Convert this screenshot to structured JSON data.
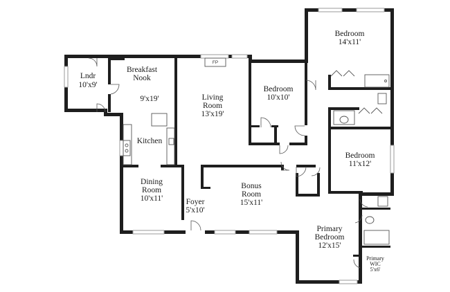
{
  "rooms": {
    "laundry": {
      "name": "Lndr",
      "size": "10'x9'"
    },
    "breakfast": {
      "name_line1": "Breakfast",
      "name_line2": "Nook"
    },
    "kitchen_dim": {
      "size": "9'x19'"
    },
    "kitchen": {
      "name": "Kitchen"
    },
    "dining": {
      "name_line1": "Dining",
      "name_line2": "Room",
      "size": "10'x11'"
    },
    "living": {
      "name_line1": "Living",
      "name_line2": "Room",
      "size": "13'x19'"
    },
    "foyer": {
      "name": "Foyer",
      "size": "5'x10'"
    },
    "bonus": {
      "name_line1": "Bonus",
      "name_line2": "Room",
      "size": "15'x11'"
    },
    "bedroom_mid": {
      "name": "Bedroom",
      "size": "10'x10'"
    },
    "bedroom_top": {
      "name": "Bedroom",
      "size": "14'x11'"
    },
    "bedroom_right": {
      "name": "Bedroom",
      "size": "11'x12'"
    },
    "primary": {
      "name_line1": "Primary",
      "name_line2": "Bedroom",
      "size": "12'x15'"
    },
    "primary_wic": {
      "name_line1": "Primary",
      "name_line2": "WIC",
      "size": "5'x6'"
    }
  },
  "fixtures": {
    "fireplace": "FP"
  }
}
